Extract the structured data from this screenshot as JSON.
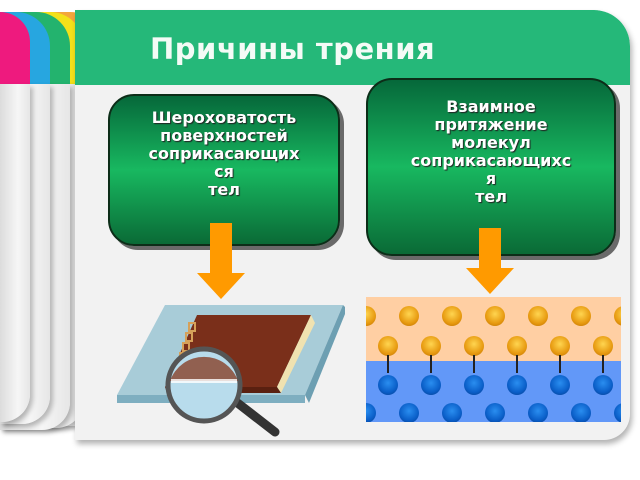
{
  "slide": {
    "title": "Причины трения",
    "colors": {
      "header": "#25b879",
      "tab_pink": "#ee1a7e",
      "tab_blue": "#27a6e0",
      "tab_green": "#23b36e",
      "tab_yellow": "#f3e11a",
      "tab_orange": "#f3a63c",
      "arrow": "#ff9a00"
    }
  },
  "boxes": [
    {
      "id": "roughness",
      "lines": [
        "Шероховатость",
        "поверхностей",
        "соприкасающих",
        "ся",
        "тел"
      ]
    },
    {
      "id": "attraction",
      "lines": [
        "Взаимное",
        "притяжение",
        "молекул",
        "соприкасающихс",
        "я",
        "тел"
      ]
    }
  ],
  "illustrations": {
    "left": "book-under-magnifier",
    "right": "molecule-layers"
  }
}
